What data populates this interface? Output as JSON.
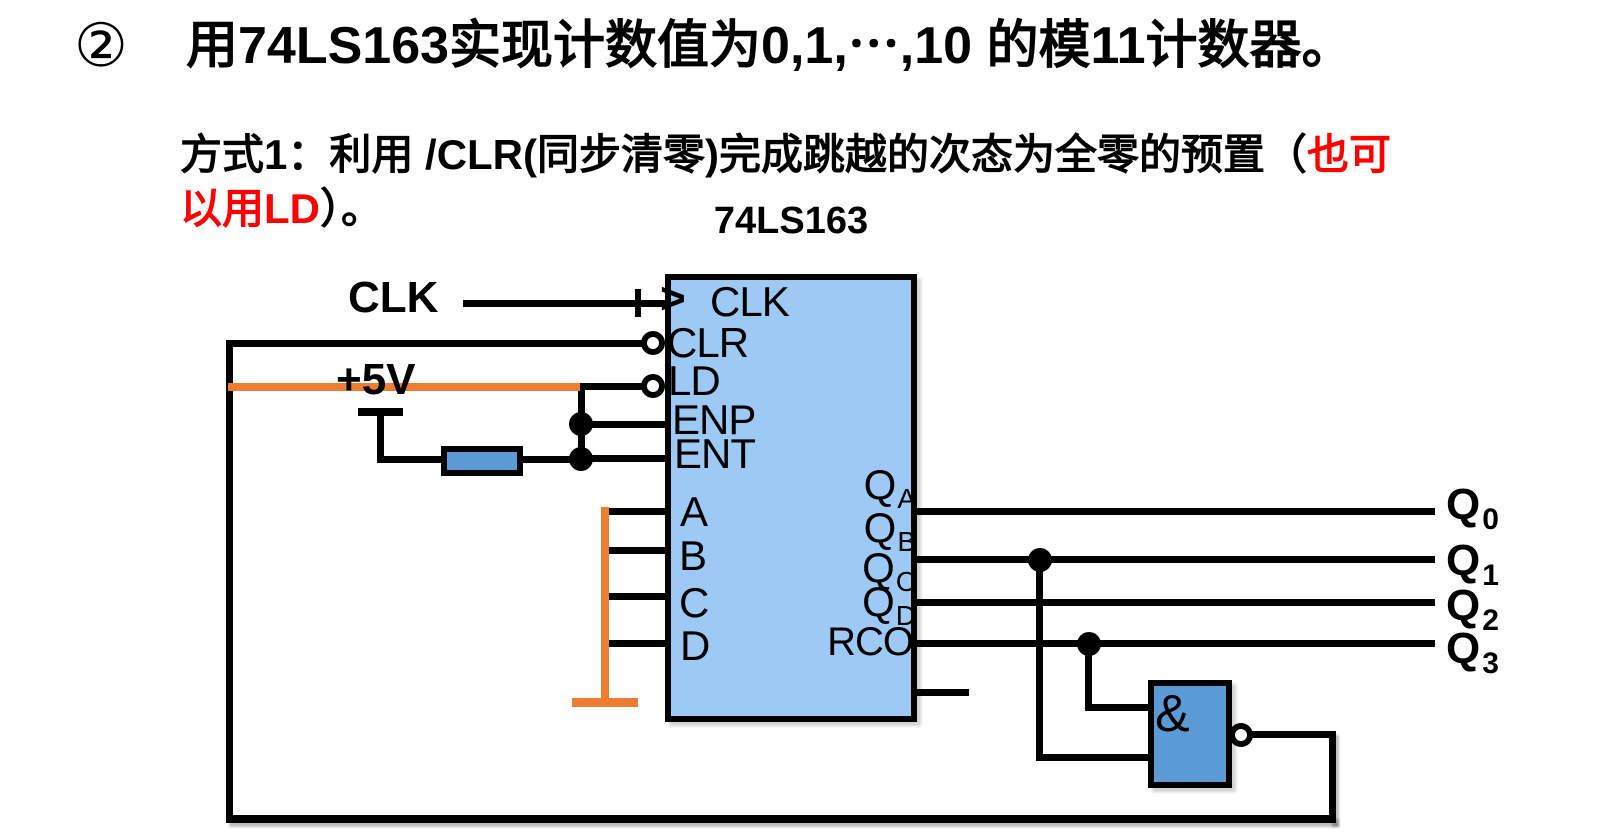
{
  "colors": {
    "chip_fill": "#9DC9F5",
    "gate_fill": "#5B9BD5",
    "orange": "#ED7D31",
    "red": "#FF0000",
    "wire": "#000000"
  },
  "title": {
    "bullet": "②",
    "text": "用74LS163实现计数值为0,1,⋯,10 的模11计数器。"
  },
  "subtitle": {
    "black1": "方式1：利用 /CLR(同步清零)完成跳越的次态为全零的预置（",
    "red1": "也可",
    "red2": "以用LD",
    "black2": "）。"
  },
  "chip": {
    "title": "74LS163",
    "pins": {
      "clk_edge": ">",
      "clk": "CLK",
      "clr": "CLR",
      "ld": "LD",
      "enp": "ENP",
      "ent": "ENT",
      "a": "A",
      "b": "B",
      "c": "C",
      "d": "D",
      "qa": {
        "base": "Q",
        "sub": "A"
      },
      "qb": {
        "base": "Q",
        "sub": "B"
      },
      "qc": {
        "base": "Q",
        "sub": "C"
      },
      "qd": {
        "base": "Q",
        "sub": "D"
      },
      "rco": "RCO"
    }
  },
  "gate": {
    "symbol": "&"
  },
  "labels": {
    "clk": "CLK",
    "vcc": "+5V"
  },
  "outputs": [
    {
      "base": "Q",
      "sub": "0"
    },
    {
      "base": "Q",
      "sub": "1"
    },
    {
      "base": "Q",
      "sub": "2"
    },
    {
      "base": "Q",
      "sub": "3"
    }
  ]
}
